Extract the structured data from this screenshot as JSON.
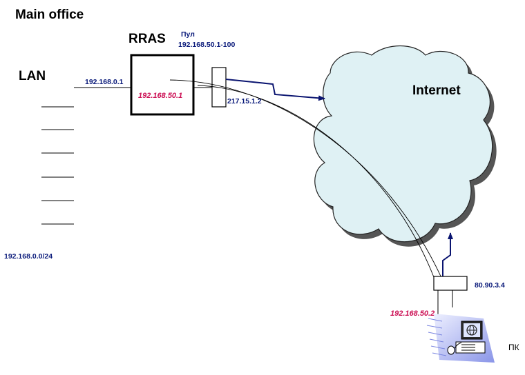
{
  "title": "Main office",
  "rras": {
    "label": "RRAS",
    "pool_label": "Пул",
    "pool_range": "192.168.50.1-100",
    "lan_ip": "192.168.0.1",
    "vpn_ip": "192.168.50.1"
  },
  "router": {
    "wan_ip": "217.15.1.2"
  },
  "lan": {
    "label": "LAN",
    "subnet": "192.168.0.0/24"
  },
  "internet": {
    "label": "Internet"
  },
  "client": {
    "modem_ip": "80.90.3.4",
    "vpn_ip": "192.168.50.2",
    "pc_label": "ПК"
  },
  "colors": {
    "ip_blue": "#0a1a7a",
    "vpn_red": "#cc1155",
    "cloud_fill": "#dff1f4",
    "cloud_shadow": "#555555",
    "link_navy": "#0a1470"
  }
}
